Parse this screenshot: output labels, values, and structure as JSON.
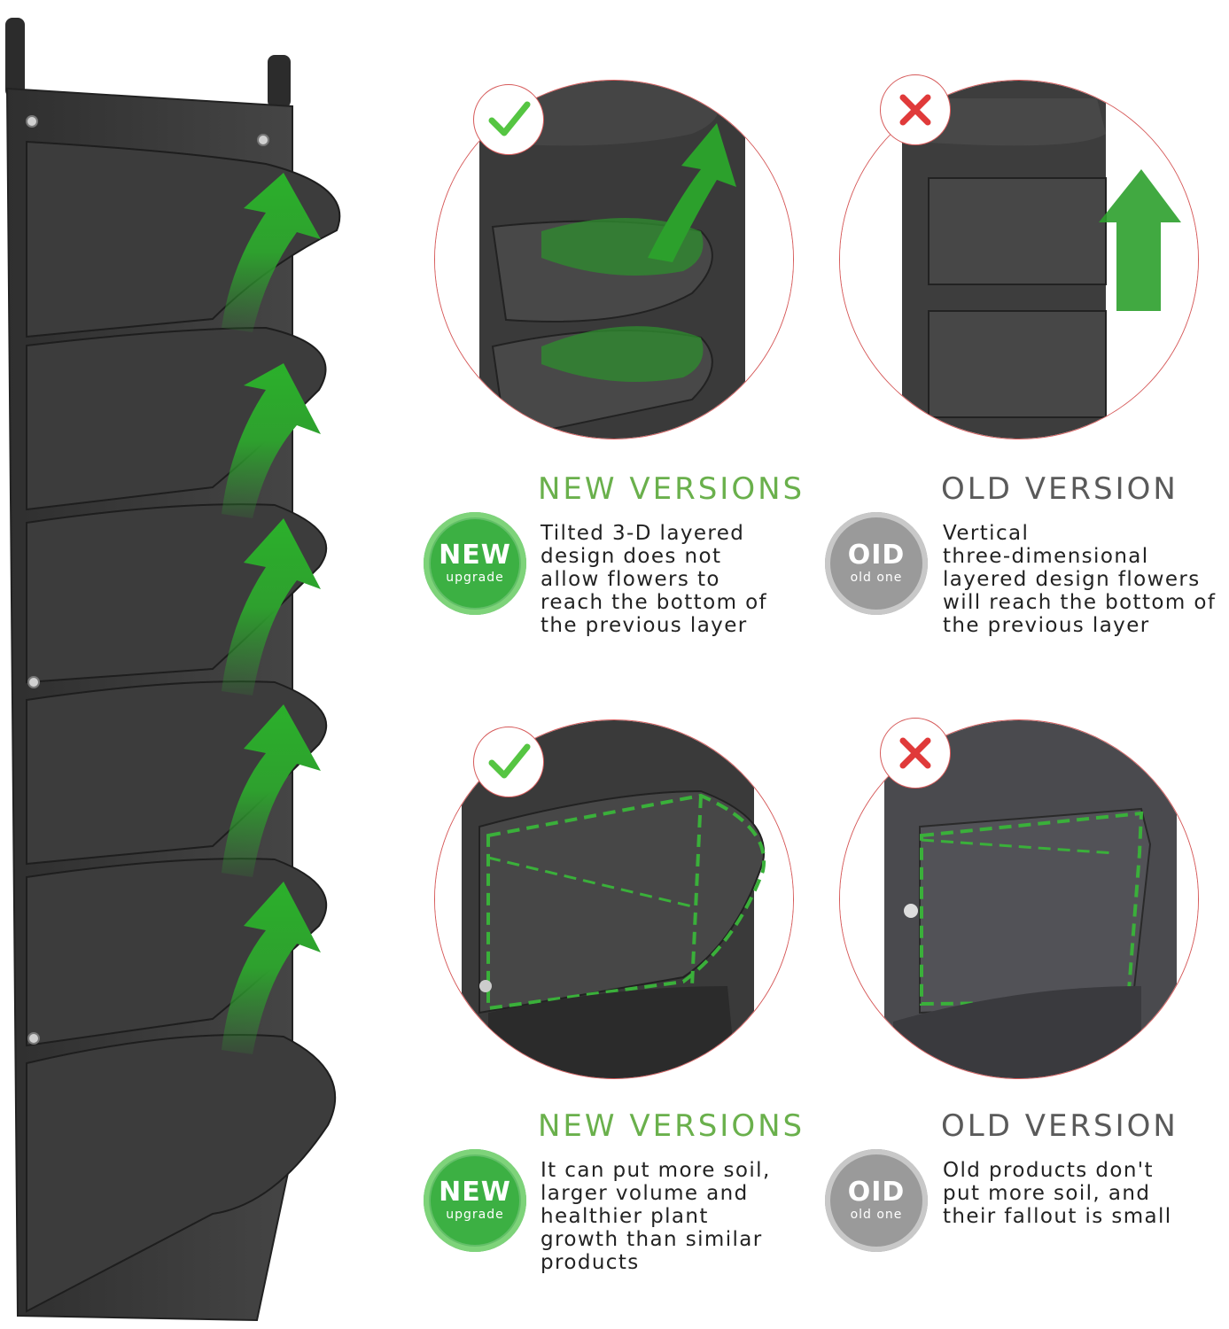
{
  "sections": [
    {
      "new_heading": "NEW VERSIONS",
      "new_badge": {
        "main": "NEW",
        "sub": "upgrade"
      },
      "new_text": "Tilted 3-D layered\ndesign does not\nallow flowers to\nreach the bottom of\nthe previous layer",
      "old_heading": "OLD VERSION",
      "old_badge": {
        "main": "OID",
        "sub": "old one"
      },
      "old_text": "Vertical\nthree-dimensional\nlayered design flowers\nwill reach the bottom of\nthe previous layer"
    },
    {
      "new_heading": "NEW VERSIONS",
      "new_badge": {
        "main": "NEW",
        "sub": "upgrade"
      },
      "new_text": "It can put more soil,\nlarger volume and\nhealthier plant\ngrowth than similar\nproducts",
      "old_heading": "OLD VERSION",
      "old_badge": {
        "main": "OID",
        "sub": "old one"
      },
      "old_text": "Old products don't\nput more soil, and\ntheir fallout is small"
    }
  ],
  "colors": {
    "accent_green": "#6ab04c",
    "badge_green": "#3cb043",
    "badge_gray": "#9a9a9a",
    "ring_red": "#d65a5a",
    "felt": "#3a3a3a"
  },
  "icons": [
    "check-icon",
    "cross-icon",
    "up-arrow-icon"
  ]
}
